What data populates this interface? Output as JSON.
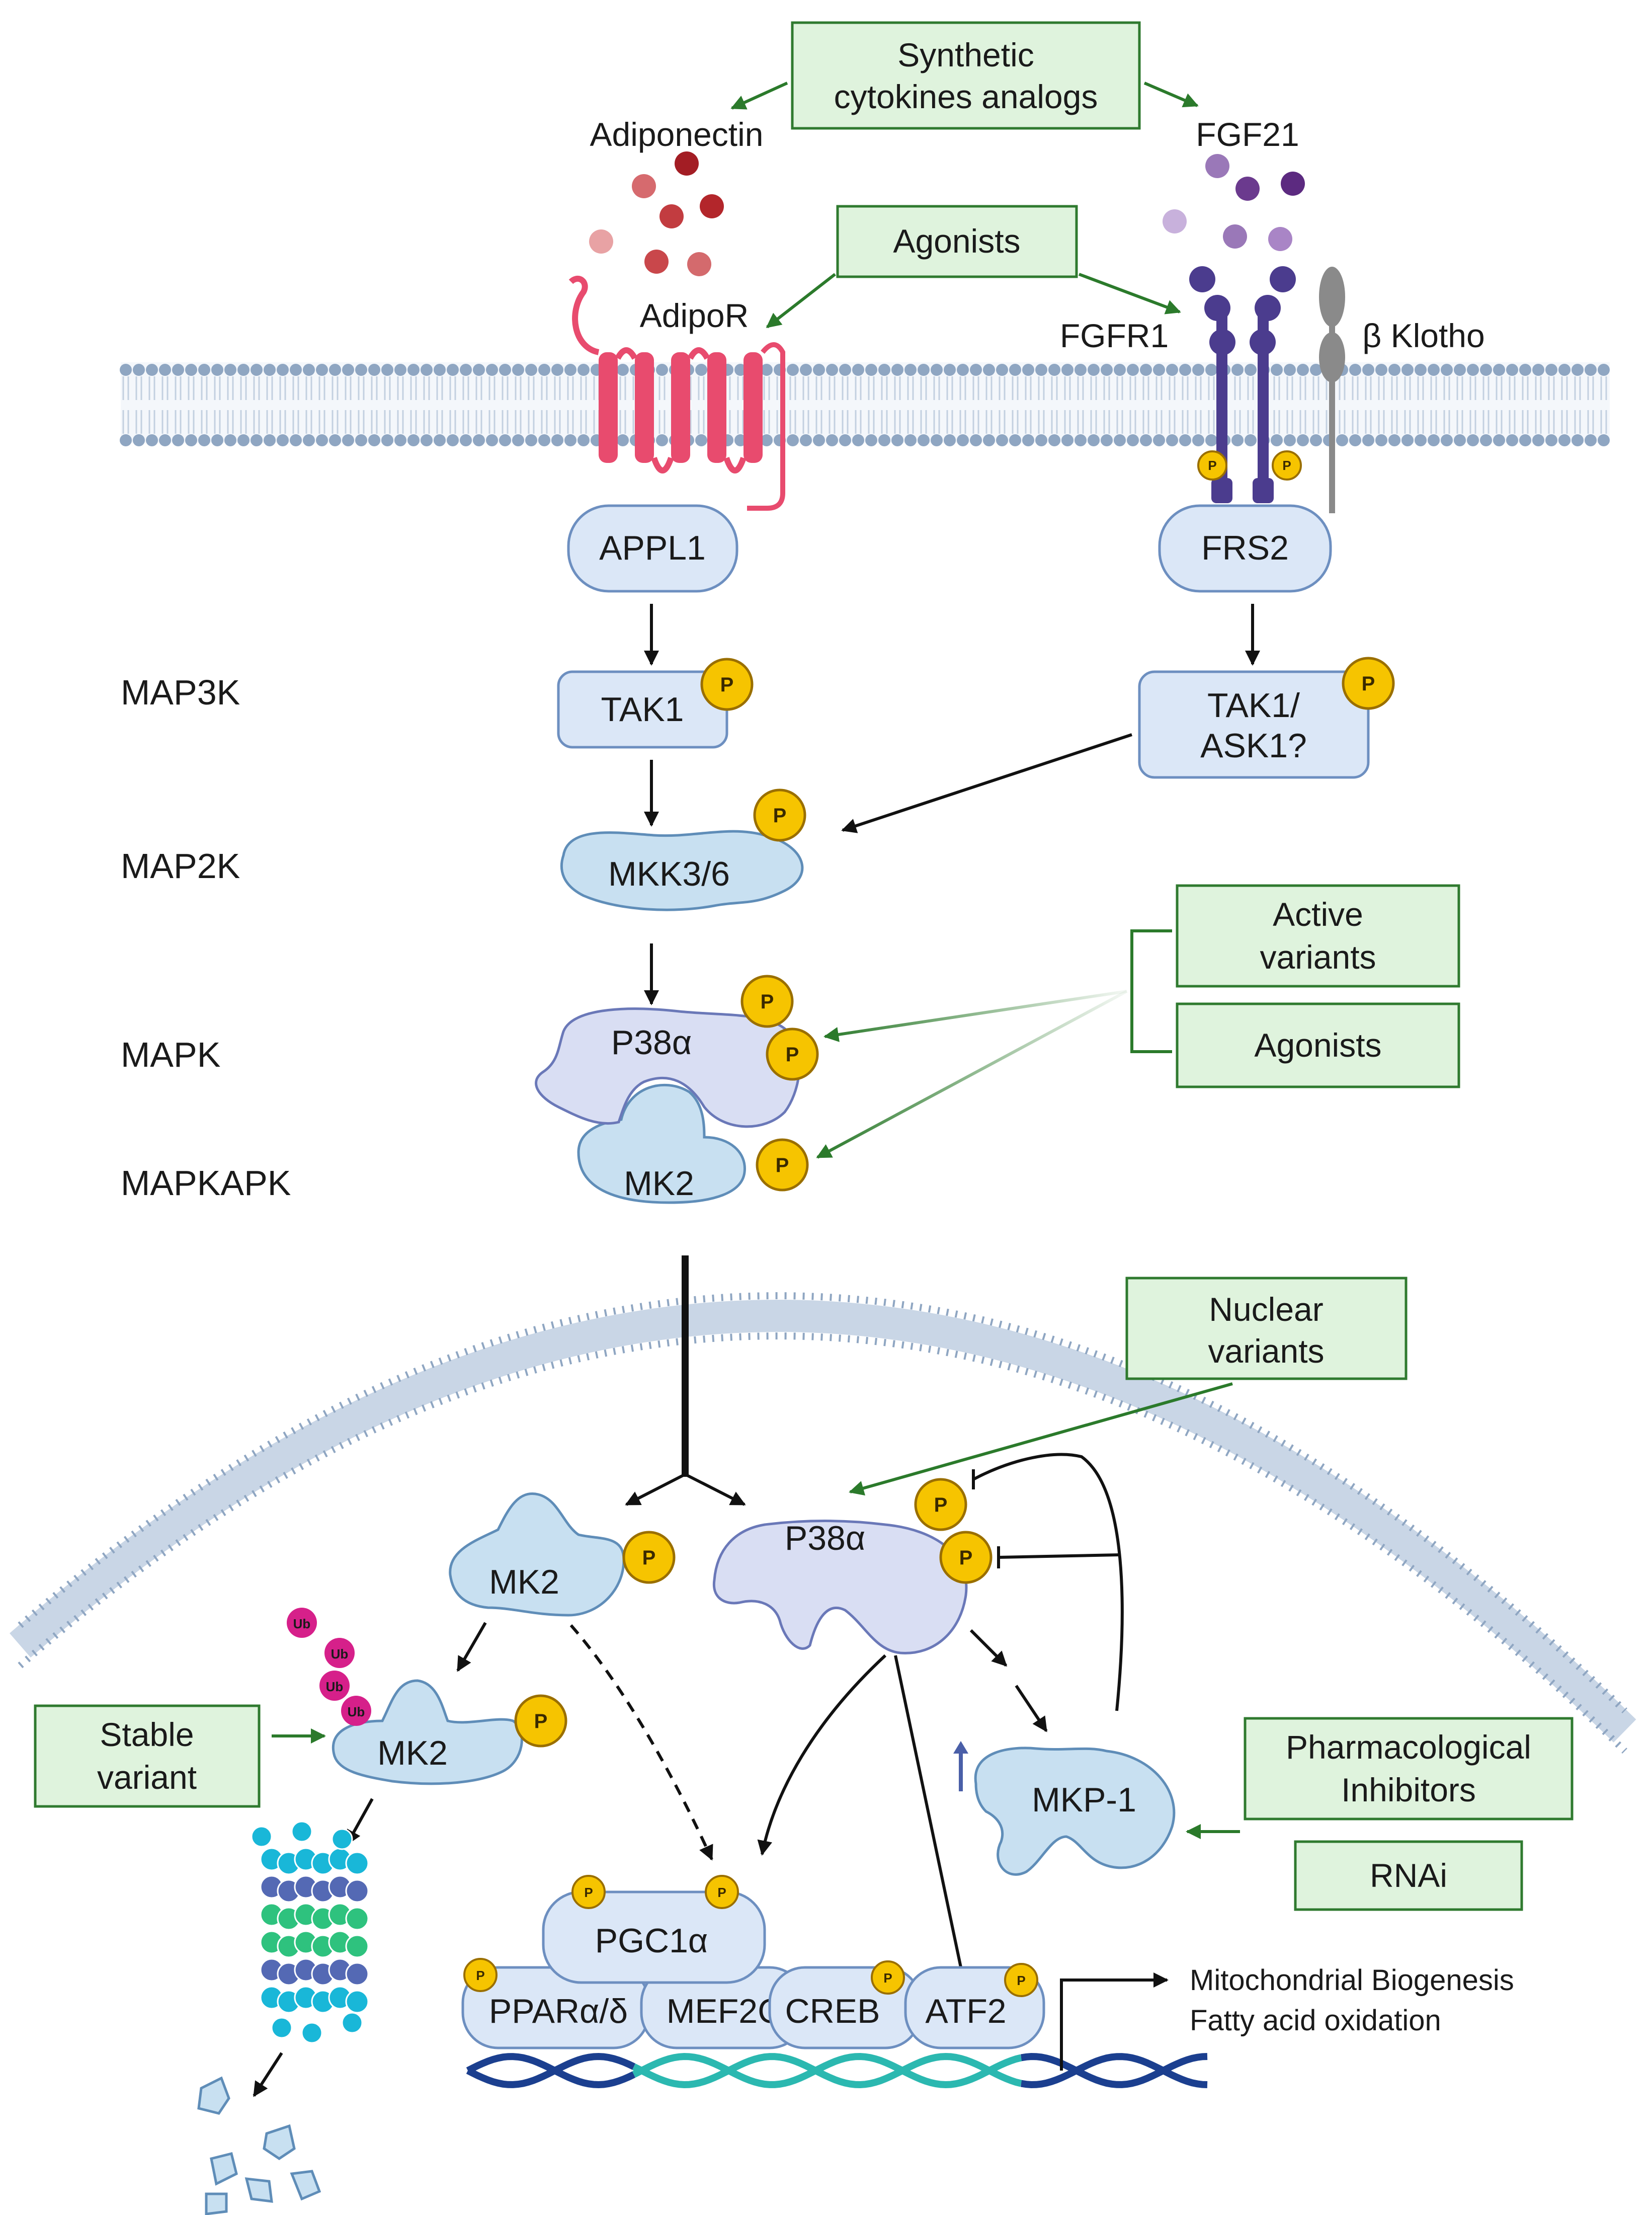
{
  "labels": {
    "synthetic": [
      "Synthetic",
      "cytokines analogs"
    ],
    "adiponectin": "Adiponectin",
    "fgf21": "FGF21",
    "agonists_top": "Agonists",
    "adipor": "AdipoR",
    "fgfr1": "FGFR1",
    "klotho": "β Klotho",
    "appl1": "APPL1",
    "frs2": "FRS2",
    "tak1": "TAK1",
    "tak1_ask1": [
      "TAK1/",
      "ASK1?"
    ],
    "mkk": "MKK3/6",
    "p38_top": "P38α",
    "mk2_top": "MK2",
    "active_variants": [
      "Active",
      "variants"
    ],
    "agonists_right": "Agonists",
    "nuclear_variants": [
      "Nuclear",
      "variants"
    ],
    "mk2_mid": "MK2",
    "p38_mid": "P38α",
    "mk2_low": "MK2",
    "stable_variant": [
      "Stable",
      "variant"
    ],
    "pharm_inhib": [
      "Pharmacological",
      "Inhibitors"
    ],
    "rnai": "RNAi",
    "mkp1": "MKP-1",
    "pgc1a": "PGC1α",
    "ppar": "PPARα/δ",
    "mef2c": "MEF2C",
    "creb": "CREB",
    "atf2": "ATF2",
    "outcome": [
      "Mitochondrial Biogenesis",
      "Fatty acid oxidation"
    ],
    "phospho": "P",
    "ub": "Ub"
  },
  "side_labels": [
    "MAP3K",
    "MAP2K",
    "MAPK",
    "MAPKAPK"
  ],
  "colors": {
    "adiponectin": "#b3262b",
    "fgf21": "#6b3a8e",
    "adipor": "#e84b6e",
    "fgfr1": "#4b3c8e",
    "klotho": "#8a8a8a",
    "membrane": "#8fa6c2",
    "nuclear_membrane": "#8fa6c2",
    "green_box": "#dff3dd",
    "green_arrow": "#2b7a2b",
    "phospho": "#f6c400",
    "ubiquitin": "#d6208a",
    "proteasome_cyan": "#19b7d8",
    "proteasome_blue": "#5469b4",
    "proteasome_green": "#2ec27e",
    "dna_dark": "#1b3f8f",
    "dna_teal": "#2bb8b0",
    "up_arrow": "#4a5fa8"
  }
}
